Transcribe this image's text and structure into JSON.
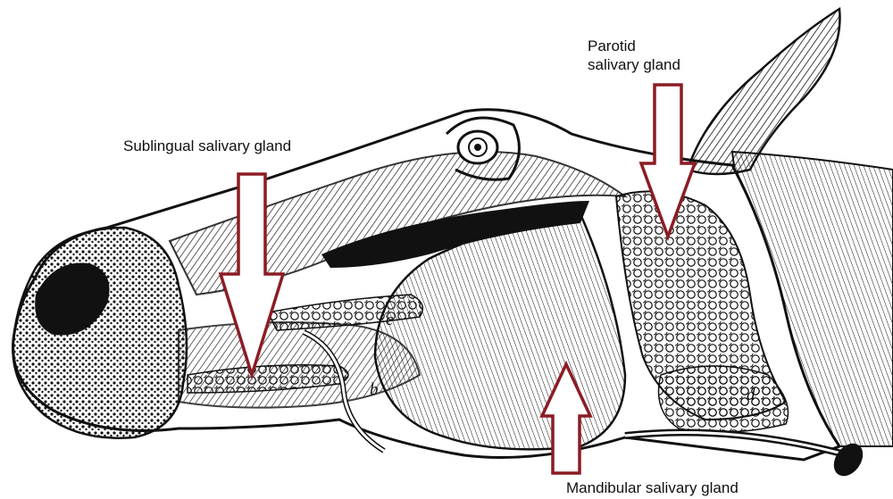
{
  "labels": {
    "sublingual": "Sublingual salivary gland",
    "parotid_line1": "Parotid",
    "parotid_line2": "salivary gland",
    "mandibular": "Mandibular salivary gland"
  },
  "letters": {
    "b": "b",
    "c": "c",
    "d": "d"
  },
  "colors": {
    "arrow_stroke": "#8b1c24",
    "arrow_fill": "#ffffff",
    "ink": "#111111",
    "paper": "#ffffff"
  }
}
